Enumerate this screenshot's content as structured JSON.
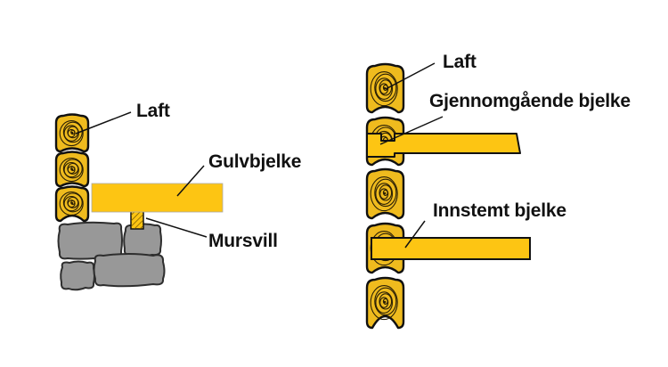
{
  "colors": {
    "background": "#ffffff",
    "log_fill": "#EFBB1E",
    "beam_fill": "#FDC513",
    "ring_stroke": "#2a1f05",
    "outline": "#111111",
    "stone_fill": "#989898",
    "stone_outline": "#2e2e2e",
    "label_color": "#111111"
  },
  "left_diagram": {
    "labels": {
      "laft": "Laft",
      "gulvbjelke": "Gulvbjelke",
      "mursvill": "Mursvill"
    }
  },
  "right_diagram": {
    "labels": {
      "laft": "Laft",
      "gjennomgaende_bjelke": "Gjennomgående bjelke",
      "innstemt_bjelke": "Innstemt bjelke"
    }
  }
}
